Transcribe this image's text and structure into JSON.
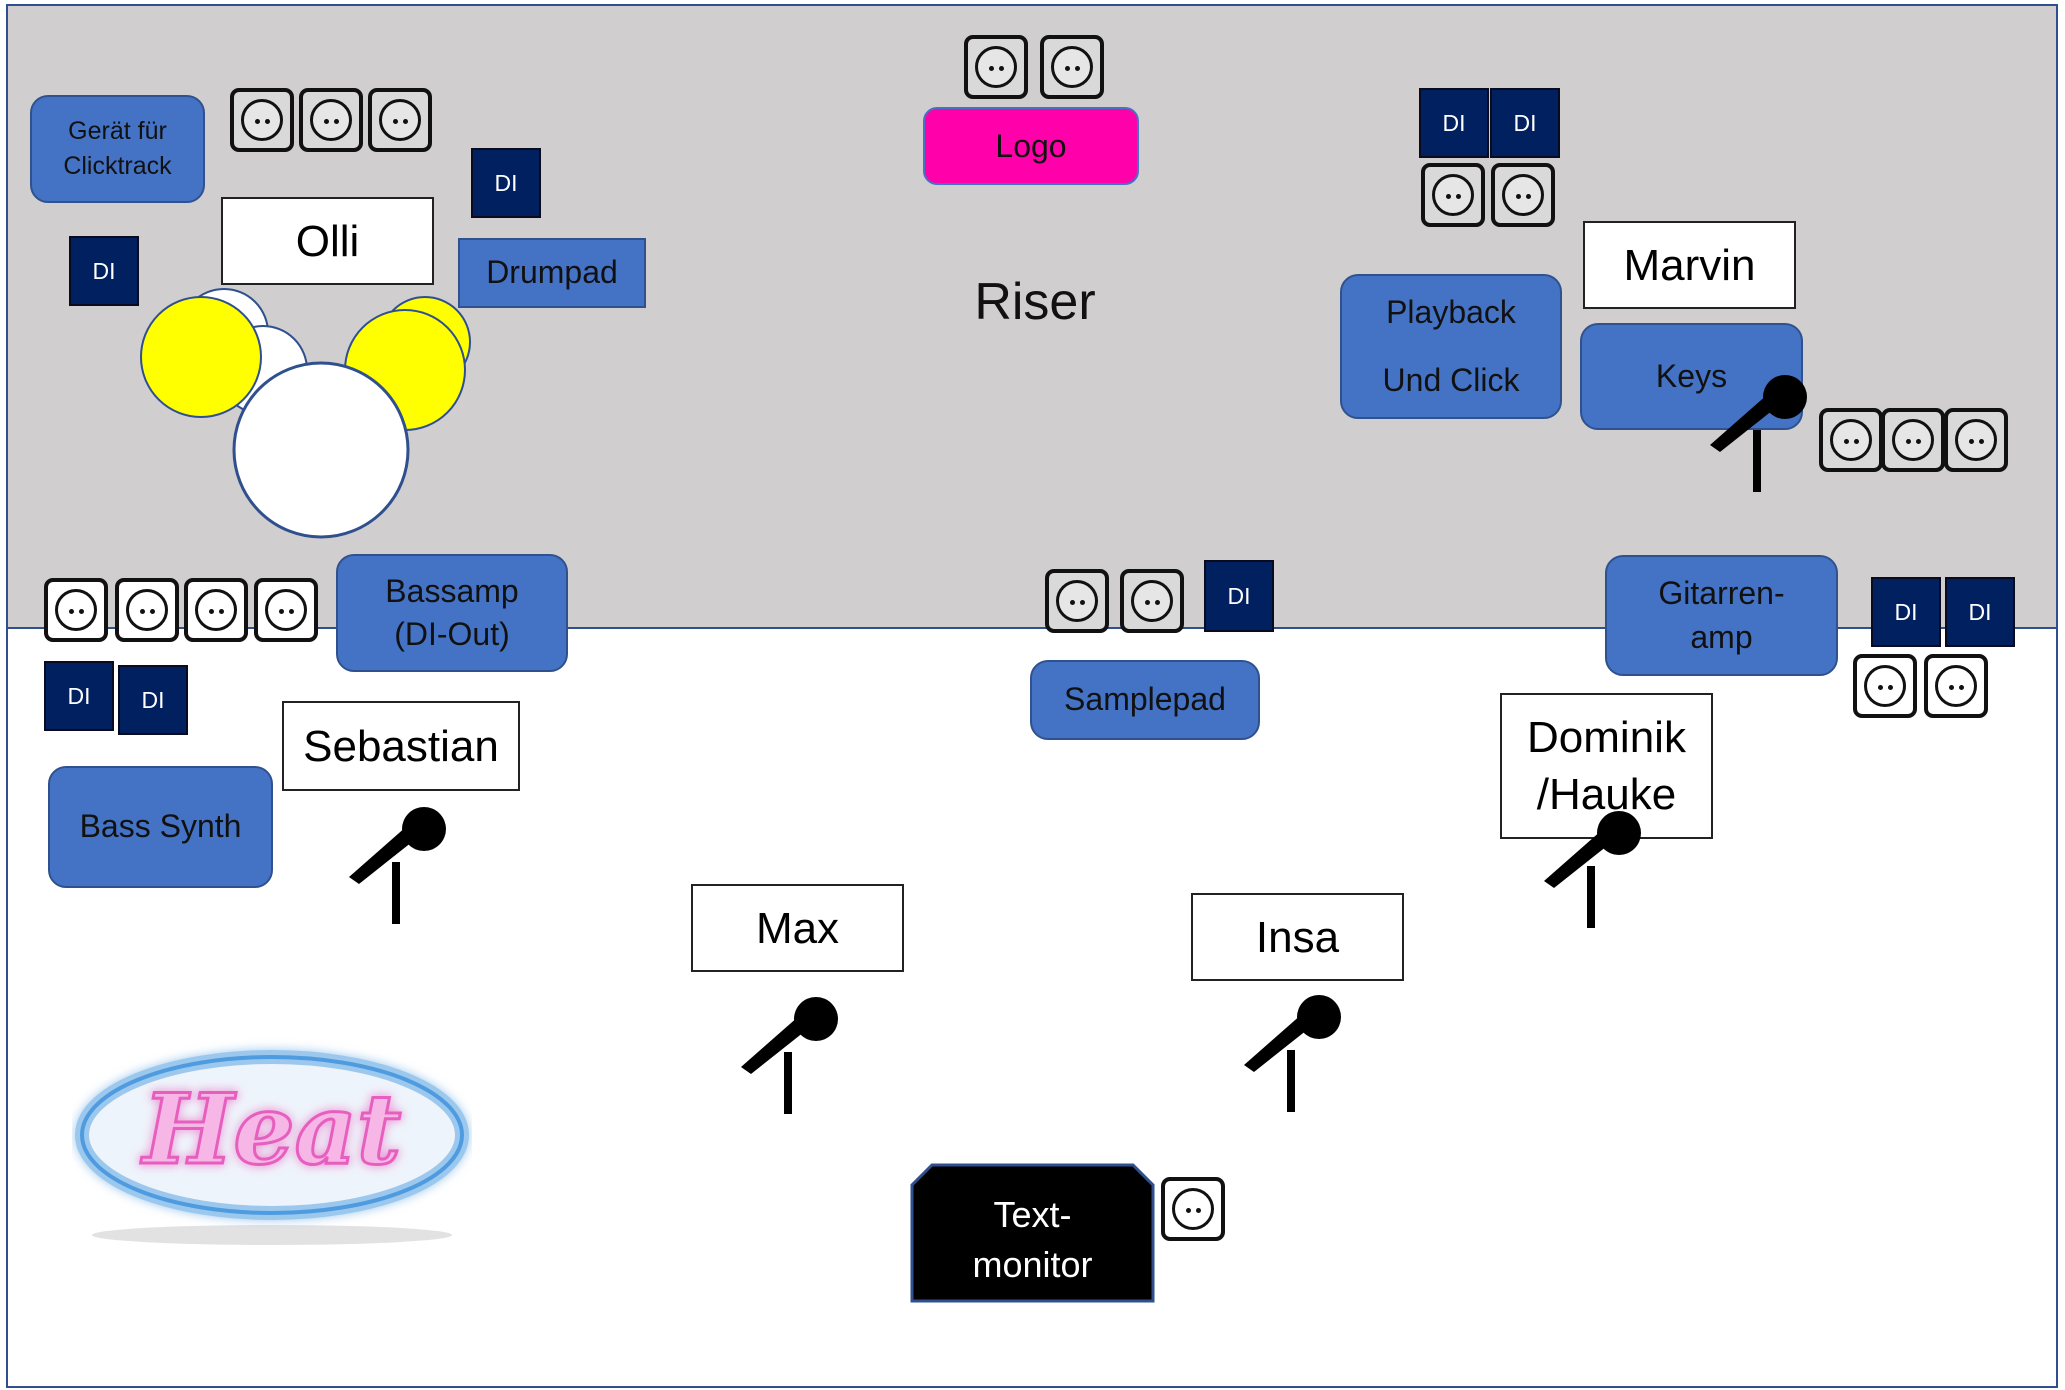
{
  "stage": {
    "riser_label": "Riser"
  },
  "labels": {
    "geraet_clicktrack": "Gerät für\nClicktrack",
    "drumpad": "Drumpad",
    "logo": "Logo",
    "playback_click": "Playback\nUnd Click",
    "keys": "Keys",
    "bassamp": "Bassamp\n(DI-Out)",
    "samplepad": "Samplepad",
    "gitarrenamp": "Gitarren-\namp",
    "bass_synth": "Bass Synth",
    "textmonitor": "Text-\nmonitor"
  },
  "names": {
    "olli": "Olli",
    "marvin": "Marvin",
    "sebastian": "Sebastian",
    "dominik_hauke": "Dominik\n/Hauke",
    "max": "Max",
    "insa": "Insa"
  },
  "di_label": "DI",
  "logo_text": "Heat",
  "colors": {
    "riser": "#d0cece",
    "equipment": "#4472c4",
    "di_box": "#002060",
    "logo_box": "#ff00aa",
    "cymbal": "#ffff00",
    "monitor": "#000000"
  },
  "icons": [
    "power-outlet-icon",
    "microphone-icon",
    "drum-kit-icon",
    "heat-neon-logo"
  ]
}
